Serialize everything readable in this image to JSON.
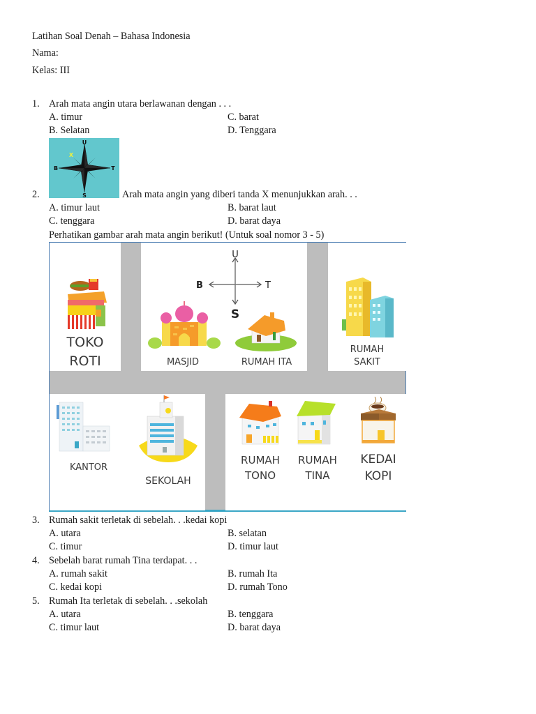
{
  "header": {
    "title": "Latihan Soal Denah – Bahasa Indonesia",
    "name_label": "Nama:",
    "class_label": "Kelas: III"
  },
  "questions": [
    {
      "number": "1.",
      "text": "Arah mata angin utara berlawanan dengan . . .",
      "options": {
        "a": "A. timur",
        "b": "B. Selatan",
        "c": "C. barat",
        "d": "D. Tenggara"
      }
    },
    {
      "number": "2.",
      "text": "Arah mata angin yang diberi tanda X menunjukkan arah. . .",
      "options": {
        "a": "A. timur laut",
        "b": "B. barat laut",
        "c": "C. tenggara",
        "d": "D. barat daya"
      },
      "image": {
        "type": "compass-rose",
        "background": "#62c7cd",
        "labels": {
          "north": "U",
          "east": "T",
          "south": "S",
          "west": "B",
          "marker": "X"
        },
        "marker_color": "#f2f23a"
      }
    },
    {
      "number": "3.",
      "text": "Rumah sakit terletak di sebelah. . .kedai kopi",
      "options": {
        "a": "A. utara",
        "b": "B. selatan",
        "c": "C. timur",
        "d": "D. timur laut"
      }
    },
    {
      "number": "4.",
      "text": "Sebelah barat rumah Tina terdapat. . .",
      "options": {
        "a": "A. rumah sakit",
        "b": "B. rumah Ita",
        "c": "C. kedai kopi",
        "d": "D. rumah Tono"
      }
    },
    {
      "number": "5.",
      "text": "Rumah Ita terletak di sebelah. . .sekolah",
      "options": {
        "a": "A. utara",
        "b": "B. tenggara",
        "c": "C. timur laut",
        "d": "D. barat daya"
      }
    }
  ],
  "map_instruction": "Perhatikan gambar arah mata angin berikut! (Untuk soal nomor 3 - 5)",
  "map": {
    "road_color": "#bdbdbd",
    "compass": {
      "north": "U",
      "south": "S",
      "west": "B",
      "east": "T"
    },
    "places": {
      "toko_roti": [
        "TOKO",
        "ROTI"
      ],
      "masjid": "MASJID",
      "rumah_ita": "RUMAH ITA",
      "rumah_sakit": [
        "RUMAH",
        "SAKIT"
      ],
      "kantor": "KANTOR",
      "sekolah": "SEKOLAH",
      "rumah_tono": [
        "RUMAH",
        "TONO"
      ],
      "rumah_tina": [
        "RUMAH",
        "TINA"
      ],
      "kedai_kopi": [
        "KEDAI",
        "KOPI"
      ]
    }
  }
}
